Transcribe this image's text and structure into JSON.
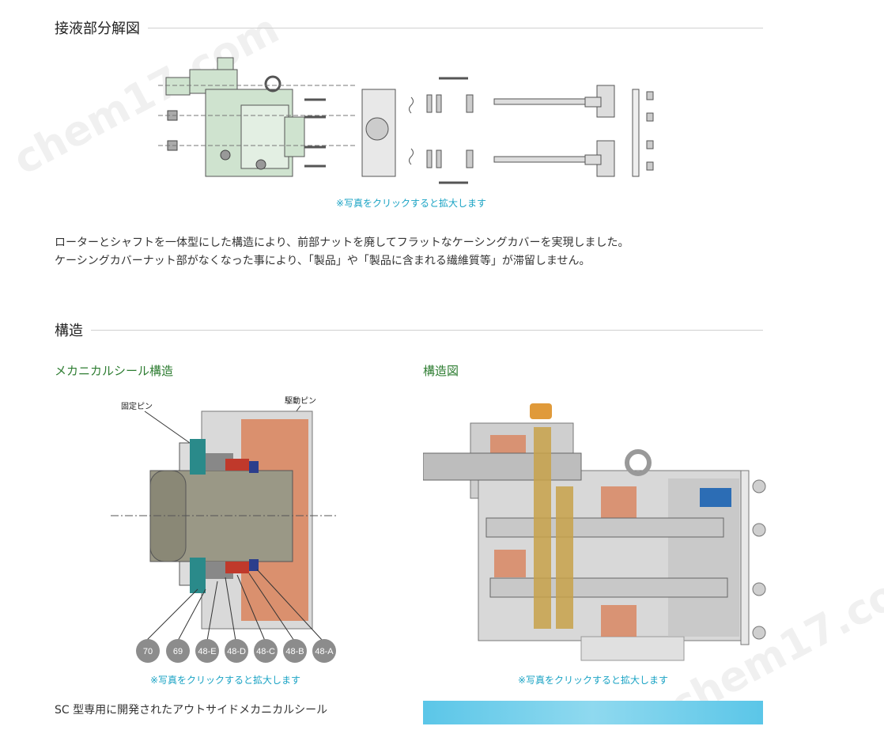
{
  "sections": {
    "exploded": {
      "title": "接液部分解図",
      "caption": "※写真をクリックすると拡大します",
      "description": [
        "ローターとシャフトを一体型にした構造により、前部ナットを廃してフラットなケーシングカバーを実現しました。",
        "ケーシングカバーナット部がなくなった事により、「製品」や「製品に含まれる繊維質等」が滞留しません。"
      ]
    },
    "structure": {
      "title": "構造",
      "seal": {
        "subtitle": "メカニカルシール構造",
        "label_fixed_pin": "固定ピン",
        "label_drive_pin": "駆動ピン",
        "part_numbers": [
          "70",
          "69",
          "48-E",
          "48-D",
          "48-C",
          "48-B",
          "48-A"
        ],
        "caption": "※写真をクリックすると拡大します",
        "footer_text": "SC 型専用に開発されたアウトサイドメカニカルシール"
      },
      "diagram": {
        "subtitle": "構造図",
        "caption": "※写真をクリックすると拡大します"
      }
    }
  },
  "watermark": "chem17.com",
  "colors": {
    "green_body": "#cfe3cf",
    "accent_green": "#2e7d32",
    "caption_blue": "#1aa3c4",
    "copper": "#d9825b",
    "gold": "#c8a24a"
  }
}
